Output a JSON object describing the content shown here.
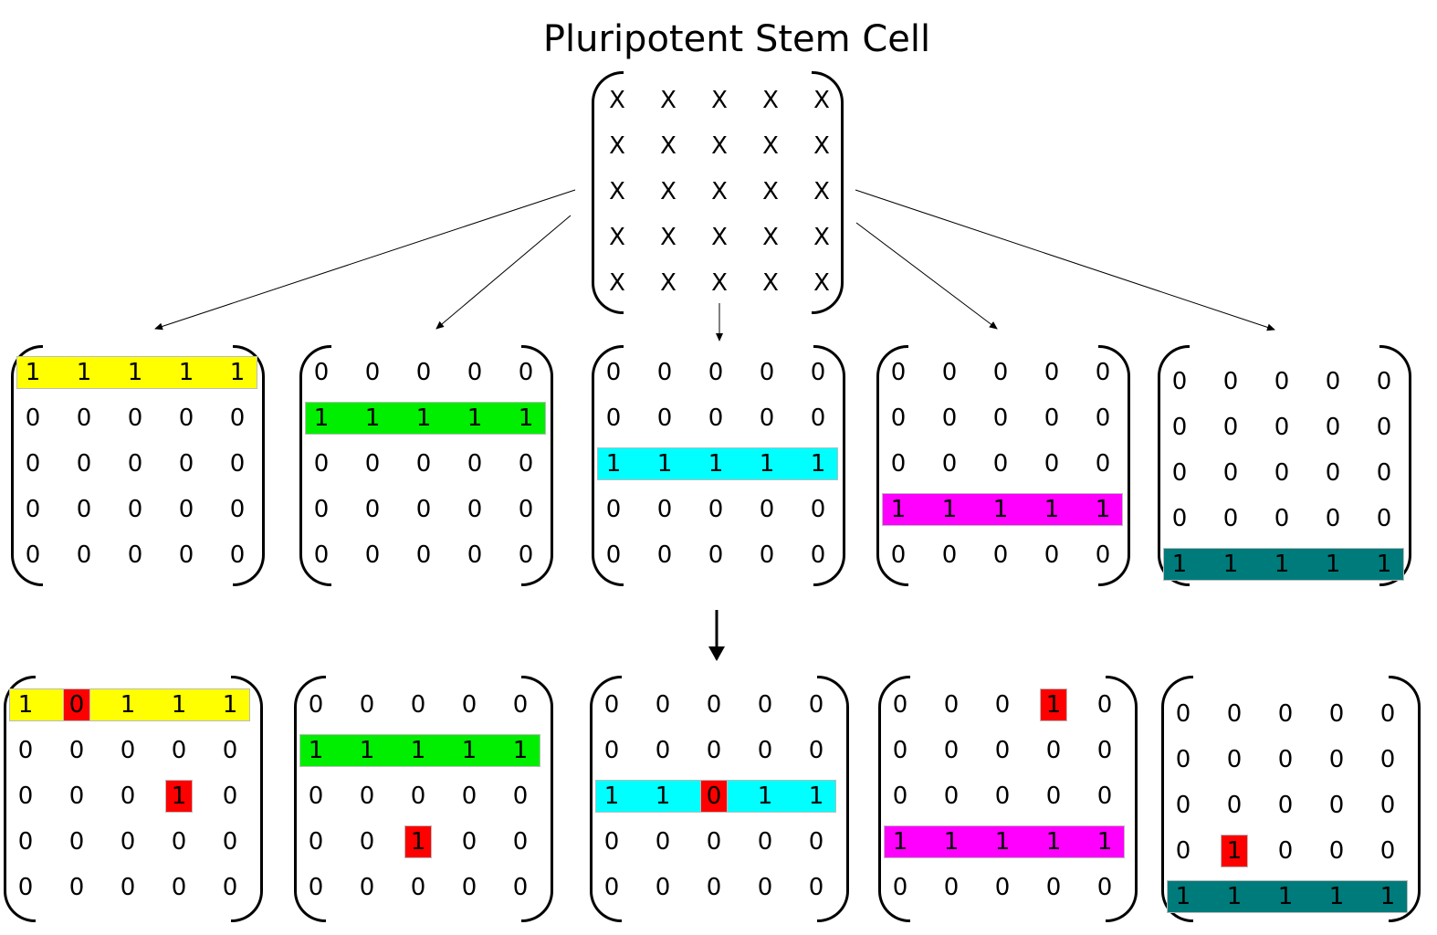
{
  "title": "Pluripotent Stem Cell",
  "colors": {
    "yellow": "#ffff00",
    "green": "#00ee00",
    "cyan": "#00ffff",
    "magenta": "#ff00ff",
    "teal": "#007b7b",
    "mutation": "#ff0000"
  },
  "stem_cell": {
    "rows": [
      [
        "X",
        "X",
        "X",
        "X",
        "X"
      ],
      [
        "X",
        "X",
        "X",
        "X",
        "X"
      ],
      [
        "X",
        "X",
        "X",
        "X",
        "X"
      ],
      [
        "X",
        "X",
        "X",
        "X",
        "X"
      ],
      [
        "X",
        "X",
        "X",
        "X",
        "X"
      ]
    ]
  },
  "differentiated": [
    {
      "highlight_row": 0,
      "highlight_color": "yellow",
      "rows": [
        [
          "1",
          "1",
          "1",
          "1",
          "1"
        ],
        [
          "0",
          "0",
          "0",
          "0",
          "0"
        ],
        [
          "0",
          "0",
          "0",
          "0",
          "0"
        ],
        [
          "0",
          "0",
          "0",
          "0",
          "0"
        ],
        [
          "0",
          "0",
          "0",
          "0",
          "0"
        ]
      ]
    },
    {
      "highlight_row": 1,
      "highlight_color": "green",
      "rows": [
        [
          "0",
          "0",
          "0",
          "0",
          "0"
        ],
        [
          "1",
          "1",
          "1",
          "1",
          "1"
        ],
        [
          "0",
          "0",
          "0",
          "0",
          "0"
        ],
        [
          "0",
          "0",
          "0",
          "0",
          "0"
        ],
        [
          "0",
          "0",
          "0",
          "0",
          "0"
        ]
      ]
    },
    {
      "highlight_row": 2,
      "highlight_color": "cyan",
      "rows": [
        [
          "0",
          "0",
          "0",
          "0",
          "0"
        ],
        [
          "0",
          "0",
          "0",
          "0",
          "0"
        ],
        [
          "1",
          "1",
          "1",
          "1",
          "1"
        ],
        [
          "0",
          "0",
          "0",
          "0",
          "0"
        ],
        [
          "0",
          "0",
          "0",
          "0",
          "0"
        ]
      ]
    },
    {
      "highlight_row": 3,
      "highlight_color": "magenta",
      "rows": [
        [
          "0",
          "0",
          "0",
          "0",
          "0"
        ],
        [
          "0",
          "0",
          "0",
          "0",
          "0"
        ],
        [
          "0",
          "0",
          "0",
          "0",
          "0"
        ],
        [
          "1",
          "1",
          "1",
          "1",
          "1"
        ],
        [
          "0",
          "0",
          "0",
          "0",
          "0"
        ]
      ]
    },
    {
      "highlight_row": 4,
      "highlight_color": "teal",
      "rows": [
        [
          "0",
          "0",
          "0",
          "0",
          "0"
        ],
        [
          "0",
          "0",
          "0",
          "0",
          "0"
        ],
        [
          "0",
          "0",
          "0",
          "0",
          "0"
        ],
        [
          "0",
          "0",
          "0",
          "0",
          "0"
        ],
        [
          "1",
          "1",
          "1",
          "1",
          "1"
        ]
      ]
    }
  ],
  "mutated": [
    {
      "highlight_row": 0,
      "highlight_color": "yellow",
      "mutations": [
        [
          0,
          1
        ],
        [
          2,
          3
        ]
      ],
      "rows": [
        [
          "1",
          "0",
          "1",
          "1",
          "1"
        ],
        [
          "0",
          "0",
          "0",
          "0",
          "0"
        ],
        [
          "0",
          "0",
          "0",
          "1",
          "0"
        ],
        [
          "0",
          "0",
          "0",
          "0",
          "0"
        ],
        [
          "0",
          "0",
          "0",
          "0",
          "0"
        ]
      ]
    },
    {
      "highlight_row": 1,
      "highlight_color": "green",
      "mutations": [
        [
          3,
          2
        ]
      ],
      "rows": [
        [
          "0",
          "0",
          "0",
          "0",
          "0"
        ],
        [
          "1",
          "1",
          "1",
          "1",
          "1"
        ],
        [
          "0",
          "0",
          "0",
          "0",
          "0"
        ],
        [
          "0",
          "0",
          "1",
          "0",
          "0"
        ],
        [
          "0",
          "0",
          "0",
          "0",
          "0"
        ]
      ]
    },
    {
      "highlight_row": 2,
      "highlight_color": "cyan",
      "mutations": [
        [
          2,
          2
        ]
      ],
      "rows": [
        [
          "0",
          "0",
          "0",
          "0",
          "0"
        ],
        [
          "0",
          "0",
          "0",
          "0",
          "0"
        ],
        [
          "1",
          "1",
          "0",
          "1",
          "1"
        ],
        [
          "0",
          "0",
          "0",
          "0",
          "0"
        ],
        [
          "0",
          "0",
          "0",
          "0",
          "0"
        ]
      ]
    },
    {
      "highlight_row": 3,
      "highlight_color": "magenta",
      "mutations": [
        [
          0,
          3
        ]
      ],
      "rows": [
        [
          "0",
          "0",
          "0",
          "1",
          "0"
        ],
        [
          "0",
          "0",
          "0",
          "0",
          "0"
        ],
        [
          "0",
          "0",
          "0",
          "0",
          "0"
        ],
        [
          "1",
          "1",
          "1",
          "1",
          "1"
        ],
        [
          "0",
          "0",
          "0",
          "0",
          "0"
        ]
      ]
    },
    {
      "highlight_row": 4,
      "highlight_color": "teal",
      "mutations": [
        [
          3,
          1
        ]
      ],
      "rows": [
        [
          "0",
          "0",
          "0",
          "0",
          "0"
        ],
        [
          "0",
          "0",
          "0",
          "0",
          "0"
        ],
        [
          "0",
          "0",
          "0",
          "0",
          "0"
        ],
        [
          "0",
          "1",
          "0",
          "0",
          "0"
        ],
        [
          "1",
          "1",
          "1",
          "1",
          "1"
        ]
      ]
    }
  ]
}
